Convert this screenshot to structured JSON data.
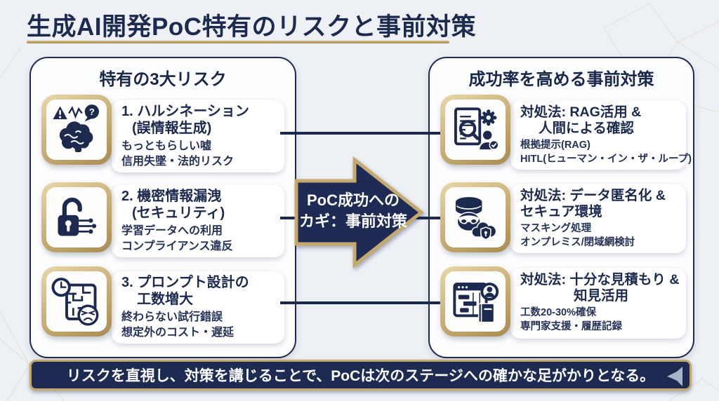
{
  "title": {
    "text": "生成AI開発PoC特有のリスクと事前対策"
  },
  "left_panel": {
    "header": "特有の3大リスク",
    "items": [
      {
        "icon": "brain-hallucination-icon",
        "title_line1": "1. ハルシネーション",
        "title_line2": "(誤情報生成)",
        "sub_line1": "もっともらしい嘘",
        "sub_line2": "信用失墜・法的リスク"
      },
      {
        "icon": "unlocked-padlock-icon",
        "title_line1": "2. 機密情報漏洩",
        "title_line2": "(セキュリティ)",
        "sub_line1": "学習データへの利用",
        "sub_line2": "コンプライアンス違反"
      },
      {
        "icon": "maze-clock-frustration-icon",
        "title_line1": "3. プロンプト設計の",
        "title_line2": "工数増大",
        "sub_line1": "終わらない試行錯誤",
        "sub_line2": "想定外のコスト・遅延"
      }
    ]
  },
  "arrow": {
    "line1": "PoC成功への",
    "line2": "カギ：事前対策"
  },
  "right_panel": {
    "header": "成功率を高める事前対策",
    "items": [
      {
        "icon": "document-review-icon",
        "title_line1": "対処法: RAG活用 &",
        "title_line2": "人間による確認",
        "sub_line1": "根拠提示(RAG)",
        "sub_line2": "HITL(ヒューマン・イン・ザ・ループ)"
      },
      {
        "icon": "masked-data-security-icon",
        "title_line1": "対処法: データ匿名化 &",
        "title_line2": "セキュア環境",
        "sub_line1": "マスキング処理",
        "sub_line2": "オンプレミス/閉域網検討"
      },
      {
        "icon": "estimation-knowledge-icon",
        "title_line1": "対処法: 十分な見積もり &",
        "title_line2": "知見活用",
        "sub_line1": "工数20-30%確保",
        "sub_line2": "専門家支援・履歴記録"
      }
    ]
  },
  "footer": {
    "text": "リスクを直視し、対策を講じることで、PoCは次のステージへの確かな足がかりとなる。"
  },
  "colors": {
    "navy": "#1b2a4e",
    "gold": "#b8995e",
    "gold_light": "#dcc795",
    "background": "#edf0f5",
    "card_white": "#ffffff",
    "ribbon_gray": "#a9b4cb"
  }
}
